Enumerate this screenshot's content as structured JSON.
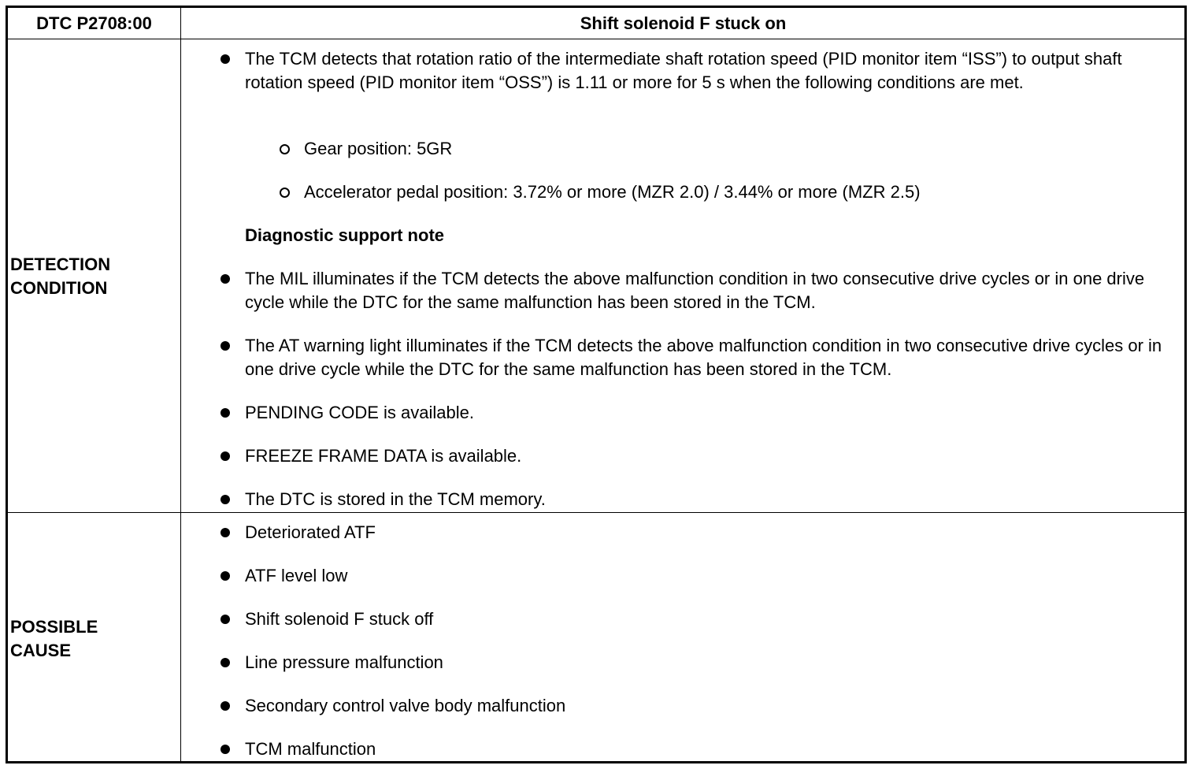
{
  "header": {
    "code": "DTC P2708:00",
    "title": "Shift solenoid F stuck on"
  },
  "detection": {
    "label_line1": "DETECTION",
    "label_line2": "CONDITION",
    "items": [
      "The TCM detects that rotation ratio of the intermediate shaft rotation speed (PID monitor item “ISS”) to output shaft rotation speed (PID monitor item “OSS”) is 1.11 or more for 5 s when the following conditions are met.",
      "The MIL illuminates if the TCM detects the above malfunction condition in two consecutive drive cycles or in one drive cycle while the DTC for the same malfunction has been stored in the TCM.",
      "The AT warning light illuminates if the TCM detects the above malfunction condition in two consecutive drive cycles or in one drive cycle while the DTC for the same malfunction has been stored in the TCM.",
      "PENDING CODE is available.",
      "FREEZE FRAME DATA is available.",
      "The DTC is stored in the TCM memory."
    ],
    "subitems": [
      "Gear position: 5GR",
      "Accelerator pedal position: 3.72% or more (MZR 2.0) / 3.44% or more (MZR 2.5)"
    ],
    "note_heading": "Diagnostic support note"
  },
  "cause": {
    "label_line1": "POSSIBLE",
    "label_line2": "CAUSE",
    "items": [
      "Deteriorated ATF",
      "ATF level low",
      "Shift solenoid F stuck off",
      "Line pressure malfunction",
      "Secondary control valve body malfunction",
      "TCM malfunction"
    ]
  }
}
